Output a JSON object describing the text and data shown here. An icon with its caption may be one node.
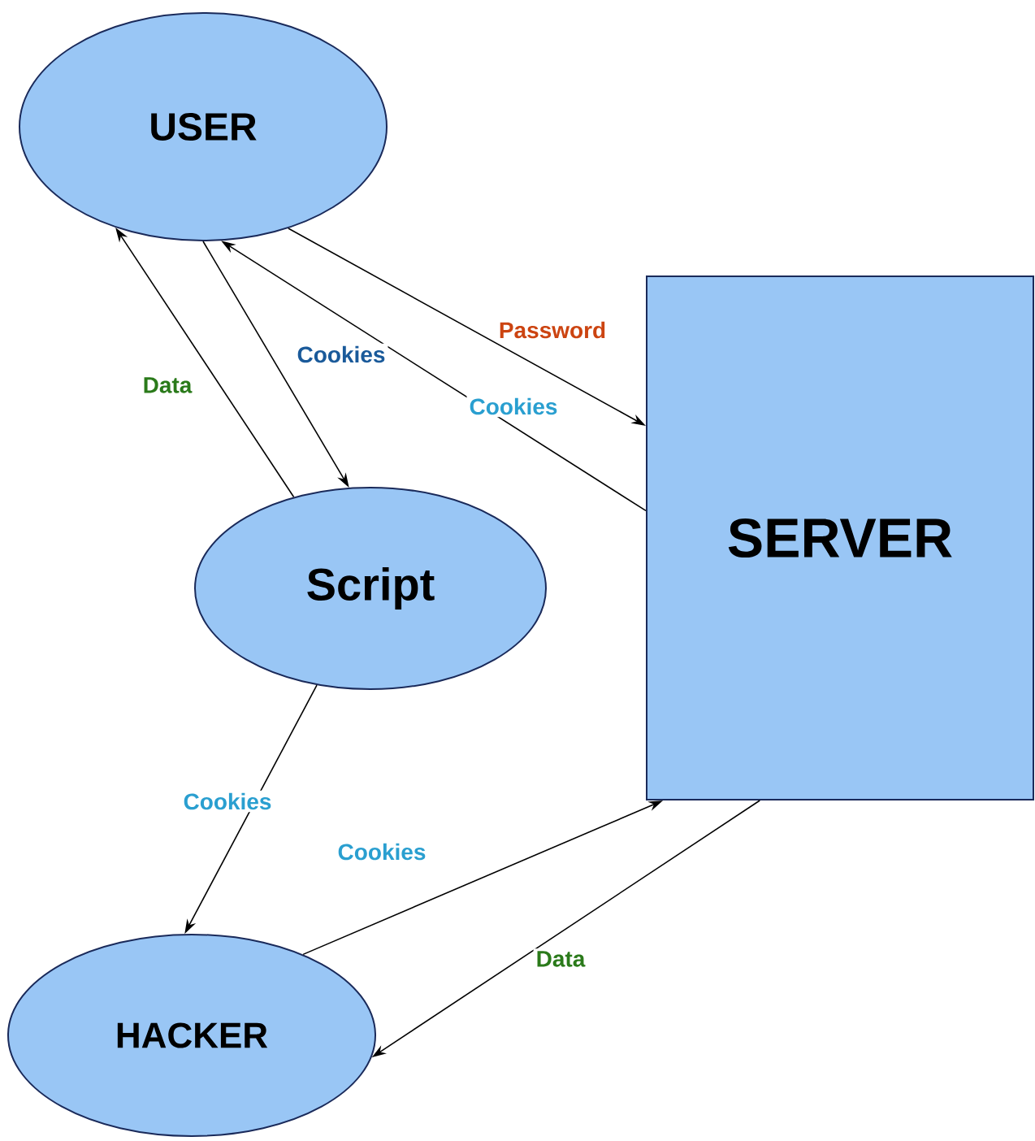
{
  "diagram": {
    "nodes": [
      {
        "text": [
          "USER"
        ]
      },
      {
        "text": [
          "Script"
        ]
      },
      {
        "text": [
          "HACKER"
        ]
      },
      {
        "text": [
          "SERVER"
        ]
      }
    ],
    "edges": [
      {
        "from": 0,
        "to": 3,
        "arrow": "to",
        "label": "Password"
      },
      {
        "from": 3,
        "to": 0,
        "arrow": "to",
        "label": "Cookies"
      },
      {
        "from": 0,
        "to": 1,
        "arrow": "to",
        "label": "Cookies"
      },
      {
        "from": 1,
        "to": 0,
        "arrow": "to",
        "label": "Data"
      },
      {
        "from": 1,
        "to": 2,
        "arrow": "to",
        "label": "Cookies"
      },
      {
        "from": 2,
        "to": 3,
        "arrow": "to",
        "label": "Cookies"
      },
      {
        "from": 3,
        "to": 2,
        "arrow": "to",
        "label": "Data"
      }
    ]
  }
}
